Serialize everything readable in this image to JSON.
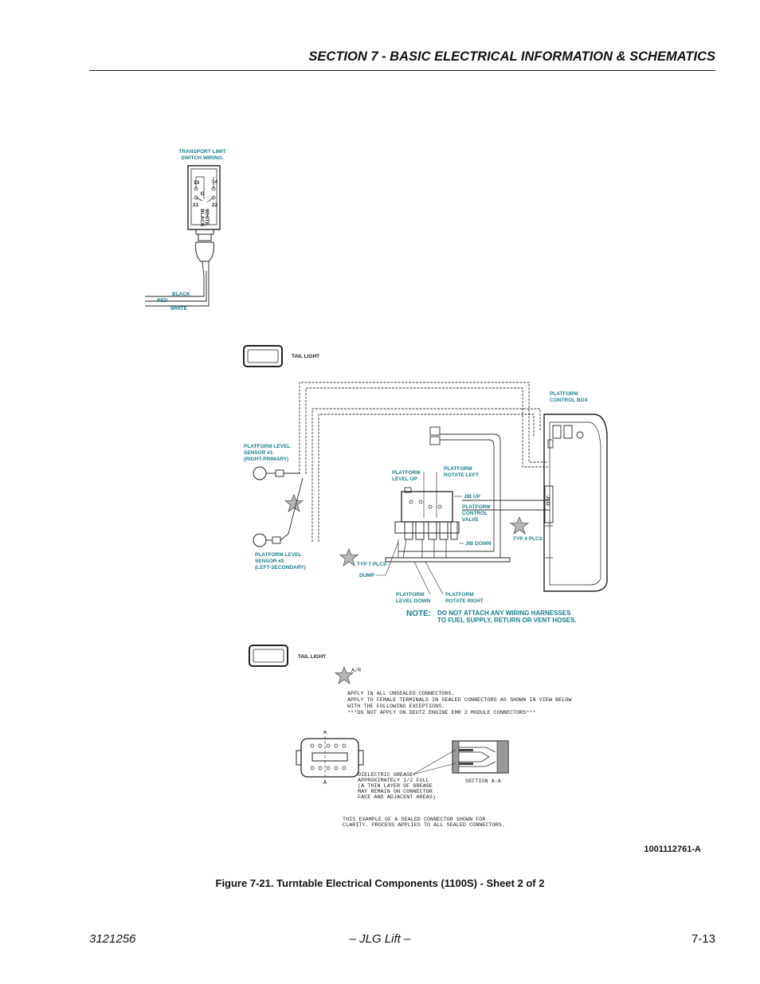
{
  "header": {
    "section_title": "SECTION 7 - BASIC ELECTRICAL INFORMATION & SCHEMATICS"
  },
  "diagram": {
    "transport_limit_switch": {
      "title_line1": "TRANSPORT LIMIT",
      "title_line2": "SWITCH WIRING.",
      "terminal_13": "13",
      "terminal_14": "14",
      "terminal_21": "21",
      "terminal_22": "22",
      "wire_black": "BLACK",
      "wire_red": "RED",
      "wire_white": "WHITE",
      "mark_g": "G",
      "vertical_black": "BLACK",
      "vertical_white": "WHITE"
    },
    "tail_light_1": "TAIL LIGHT",
    "tail_light_2": "TAIL LIGHT",
    "platform_control_box": {
      "line1": "PLATFORM",
      "line2": "CONTROL BOX"
    },
    "level_sensor_1": {
      "line1": "PLATFORM LEVEL",
      "line2": "SENSOR #1",
      "line3": "(RIGHT-PRIMARY)"
    },
    "level_sensor_2": {
      "line1": "PLATFORM LEVEL",
      "line2": "SENSOR #2",
      "line3": "(LEFT-SECONDARY)"
    },
    "platform_level_up": {
      "line1": "PLATFORM",
      "line2": "LEVEL UP"
    },
    "platform_rotate_left": {
      "line1": "PLATFORM",
      "line2": "ROTATE LEFT"
    },
    "jib_up": "JIB UP",
    "platform_control_valve": {
      "line1": "PLATFORM",
      "line2": "CONTROL",
      "line3": "VALVE"
    },
    "jib_down": "JIB DOWN",
    "typ_7_plcs": "TYP 7 PLCS",
    "typ_4_plcs": "TYP 4 PLCS",
    "dump": "DUMP",
    "platform_level_down": {
      "line1": "PLATFORM",
      "line2": "LEVEL DOWN"
    },
    "platform_rotate_right": {
      "line1": "PLATFORM",
      "line2": "ROTATE RIGHT"
    },
    "note": {
      "label": "NOTE:",
      "line1": "DO NOT ATTACH ANY WIRING HARNESSES",
      "line2": "TO FUEL SUPPLY, RETURN OR VENT HOSES."
    },
    "ar_label": "A/R",
    "grease_instructions": [
      "APPLY IN ALL UNSEALED CONNECTORS.",
      "APPLY TO FEMALE TERMINALS IN SEALED CONNECTORS AS SHOWN IN VIEW BELOW",
      "WITH THE FOLLOWING EXCEPTIONS.",
      "***DO NOT APPLY ON DEUTZ ENGINE EMR 2 MODULE CONNECTORS***"
    ],
    "dielectric_grease": [
      "DIELECTRIC GREASE:",
      "APPROXIMATELY 1/2 FULL",
      "(A THIN LAYER OF GREASE",
      "MAY REMAIN ON CONNECTOR",
      "FACE AND ADJACENT AREAS)"
    ],
    "section_label": "SECTION A-A",
    "section_marker_a": "A",
    "sealed_example": [
      "THIS EXAMPLE OF A SEALED CONNECTOR SHOWN FOR",
      "CLARITY.  PROCESS APPLIES TO ALL SEALED CONNECTORS."
    ],
    "jlg_logo": "JLG"
  },
  "document_number": "1001112761-A",
  "figure_caption": "Figure 7-21.  Turntable Electrical Components (1100S) - Sheet 2 of 2",
  "footer": {
    "left": "3121256",
    "center": "– JLG Lift –",
    "right": "7-13"
  },
  "colors": {
    "label_cyan": "#1a7f8c",
    "star_gray": "#b8b8b8",
    "ink": "#222222"
  }
}
